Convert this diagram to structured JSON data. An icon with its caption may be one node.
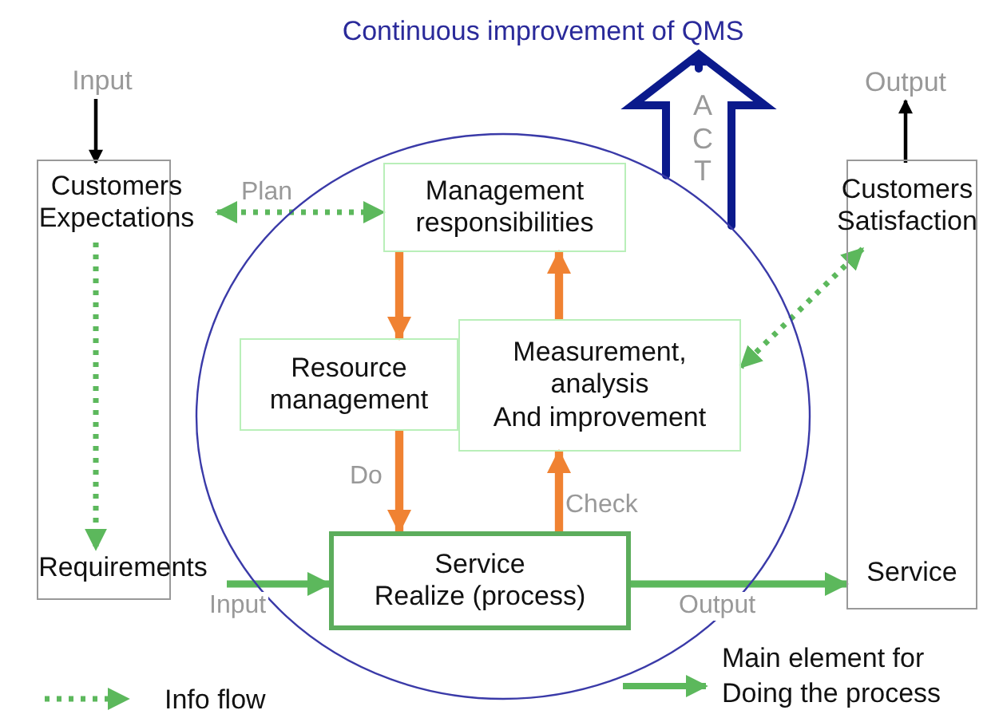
{
  "diagram": {
    "nodes": [
      {
        "text": [
          "Input"
        ]
      },
      {
        "text": [],
        "shape": "box"
      },
      {
        "text": [
          "Customers Expectations"
        ],
        "in": 1
      },
      {
        "text": [
          "Requirements"
        ],
        "in": 1
      },
      {
        "text": [],
        "shape": "circle"
      },
      {
        "text": [
          "Management responsibilities"
        ],
        "in": 4
      },
      {
        "text": [
          "Resource management"
        ],
        "in": 4
      },
      {
        "text": [
          "Measurement, analysis",
          "And improvement"
        ],
        "in": 4
      },
      {
        "text": [
          "Service",
          "Realize (process)"
        ],
        "in": 4
      },
      {
        "text": [
          "Output"
        ]
      },
      {
        "text": [],
        "shape": "box"
      },
      {
        "text": [
          "Customers Satisfaction"
        ],
        "in": 10
      },
      {
        "text": [
          "Service"
        ],
        "in": 10
      },
      {
        "text": [
          "Continuous improvement of QMS"
        ]
      }
    ],
    "edges": [
      {
        "from": 0,
        "to": 2,
        "arrow": "to",
        "color": "#000000"
      },
      {
        "from": 2,
        "to": 5,
        "arrow": "both",
        "label": "Plan",
        "style": "dashed"
      },
      {
        "from": 2,
        "to": 3,
        "arrow": "to",
        "style": "dashed"
      },
      {
        "from": 5,
        "to": 6,
        "arrow": "to",
        "color": "#f08232"
      },
      {
        "from": 6,
        "to": 8,
        "arrow": "to",
        "label": "Do",
        "color": "#f08232"
      },
      {
        "from": 8,
        "to": 7,
        "arrow": "to",
        "label": "Check",
        "color": "#f08232"
      },
      {
        "from": 7,
        "to": 5,
        "arrow": "to",
        "color": "#f08232"
      },
      {
        "from": 3,
        "to": 8,
        "arrow": "to",
        "label": "Input"
      },
      {
        "from": 8,
        "to": 12,
        "arrow": "to",
        "label": "Output"
      },
      {
        "from": 11,
        "to": 7,
        "arrow": "both",
        "style": "dashed"
      },
      {
        "from": 11,
        "to": 9,
        "arrow": "to",
        "color": "#000000"
      },
      {
        "from": 4,
        "to": 13,
        "arrow": "to",
        "label": "ACT",
        "color": "#0b1a8c"
      }
    ],
    "legend": [
      {
        "text": "Info flow"
      },
      {
        "text": "Main element for Doing the process"
      }
    ]
  }
}
